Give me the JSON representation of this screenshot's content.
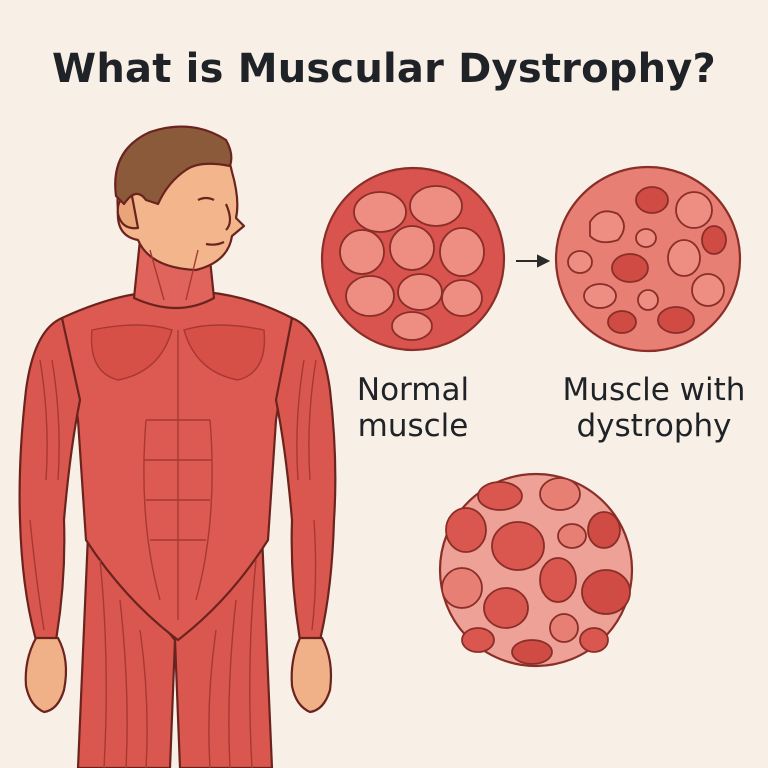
{
  "title": "What is Muscular Dystrophy?",
  "labels": {
    "normal_line1": "Normal",
    "normal_line2": "muscle",
    "dystrophy_line1": "Muscle with",
    "dystrophy_line2": "dystrophy"
  },
  "colors": {
    "background": "#f8efe6",
    "muscle": "#d9534f",
    "muscle_light": "#e8837a",
    "outline": "#7a2a24",
    "skin": "#f0b088",
    "hair": "#8a5a3a",
    "text": "#1f2226"
  }
}
